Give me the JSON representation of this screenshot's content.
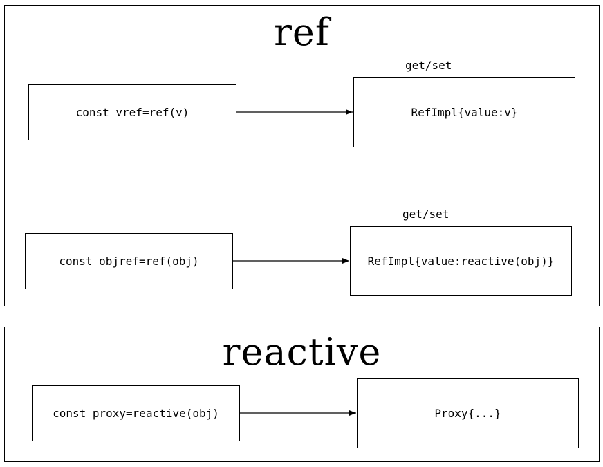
{
  "panels": {
    "ref": {
      "title": "ref",
      "rows": [
        {
          "source": "const vref=ref(v)",
          "edge": "get/set",
          "target": "RefImpl{value:v}"
        },
        {
          "source": "const objref=ref(obj)",
          "edge": "get/set",
          "target": "RefImpl{value:reactive(obj)}"
        }
      ]
    },
    "reactive": {
      "title": "reactive",
      "rows": [
        {
          "source": "const proxy=reactive(obj)",
          "edge": "",
          "target": "Proxy{...}"
        }
      ]
    }
  }
}
